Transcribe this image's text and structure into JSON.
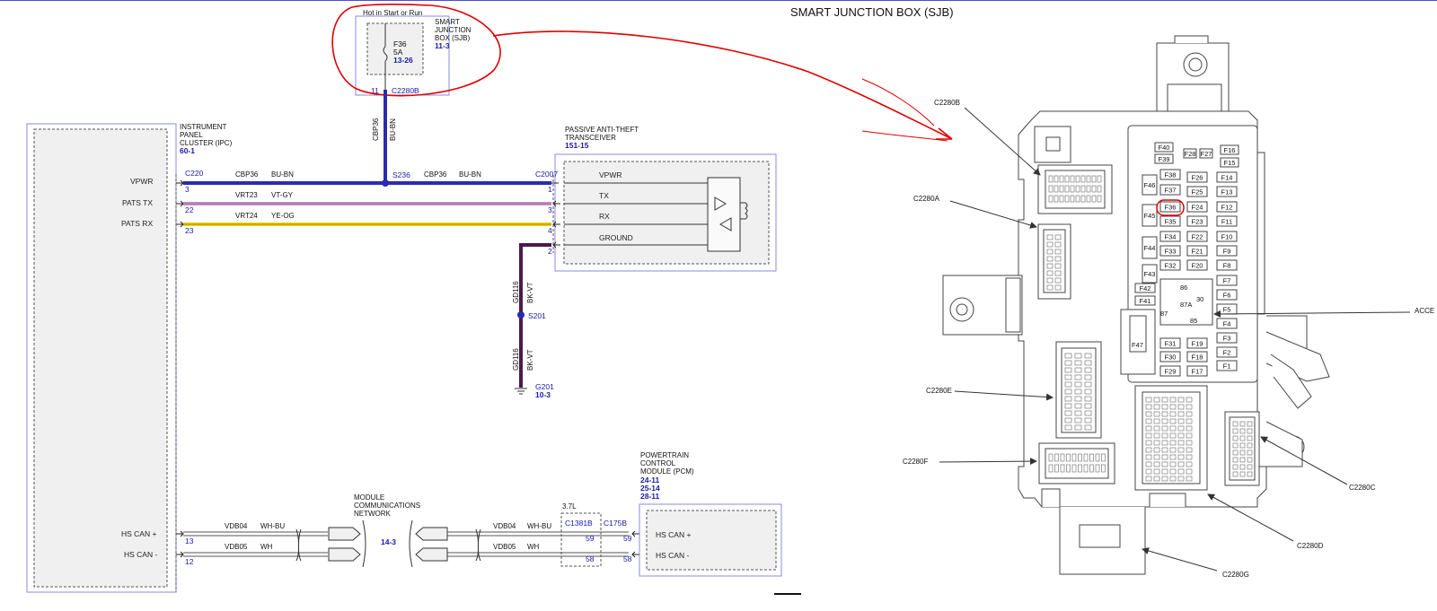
{
  "sjb_title": "SMART JUNCTION BOX (SJB)",
  "fuse_box": {
    "power_text": "Hot in Start or Run",
    "fuse_name": "F36",
    "fuse_rating": "5A",
    "fuse_ref": "13-26",
    "box_name_1": "SMART",
    "box_name_2": "JUNCTION",
    "box_name_3": "BOX (SJB)",
    "box_ref": "11-3",
    "pin": "11",
    "connector": "C2280B"
  },
  "ipc": {
    "line1": "INSTRUMENT",
    "line2": "PANEL",
    "line3": "CLUSTER (IPC)",
    "ref": "60-1",
    "connector": "C220"
  },
  "pats_module": {
    "line1": "PASSIVE ANTI-THEFT",
    "line2": "TRANSCEIVER",
    "ref": "151-15",
    "connector": "C2007"
  },
  "signals": {
    "vpwr": "VPWR",
    "pats_tx": "PATS TX",
    "pats_rx": "PATS RX",
    "tx": "TX",
    "rx": "RX",
    "ground": "GROUND",
    "hs_can_p": "HS CAN +",
    "hs_can_m": "HS CAN -"
  },
  "wires": {
    "cbp36": "CBP36",
    "bu_bn": "BU-BN",
    "vrt23": "VRT23",
    "vt_gy": "VT-GY",
    "vrt24": "VRT24",
    "ye_og": "YE-OG",
    "gd116": "GD116",
    "bk_vt": "BK-VT",
    "vdb04": "VDB04",
    "wh_bu": "WH-BU",
    "vdb05": "VDB05",
    "wh": "WH"
  },
  "pins": {
    "p3": "3",
    "p22": "22",
    "p23": "23",
    "p1": "1",
    "p3b": "3",
    "p4": "4",
    "p2": "2",
    "p13": "13",
    "p12": "12",
    "p59a": "59",
    "p58a": "58",
    "p59b": "59",
    "p58b": "58"
  },
  "splices": {
    "s236": "S236",
    "s201": "S201",
    "g201": "G201",
    "g201_ref": "10-3"
  },
  "network": {
    "line1": "MODULE",
    "line2": "COMMUNICATIONS",
    "line3": "NETWORK",
    "ref": "14-3",
    "engine": "3.7L",
    "conn1": "C1381B",
    "conn2": "C175B"
  },
  "pcm": {
    "line1": "POWERTRAIN",
    "line2": "CONTROL",
    "line3": "MODULE (PCM)",
    "ref1": "24-11",
    "ref2": "25-14",
    "ref3": "28-11"
  },
  "callouts": {
    "c2280b": "C2280B",
    "c2280a": "C2280A",
    "c2280e": "C2280E",
    "c2280f": "C2280F",
    "c2280c": "C2280C",
    "c2280d": "C2280D",
    "c2280g": "C2280G",
    "acce": "ACCE"
  },
  "sjb_fuses": {
    "f40": "F40",
    "f39": "F39",
    "f28": "F28",
    "f27": "F27",
    "f16": "F16",
    "f15": "F15",
    "f38": "F38",
    "f26": "F26",
    "f14": "F14",
    "f46": "F46",
    "f37": "F37",
    "f25": "F25",
    "f13": "F13",
    "f36": "F36",
    "f24": "F24",
    "f12": "F12",
    "f45": "F45",
    "f35": "F35",
    "f23": "F23",
    "f11": "F11",
    "f34": "F34",
    "f22": "F22",
    "f10": "F10",
    "f44": "F44",
    "f33": "F33",
    "f21": "F21",
    "f9": "F9",
    "f32": "F32",
    "f20": "F20",
    "f8": "F8",
    "f43": "F43",
    "f42": "F42",
    "f7": "F7",
    "f41": "F41",
    "f6": "F6",
    "f5": "F5",
    "f4": "F4",
    "f47": "F47",
    "f31": "F31",
    "f19": "F19",
    "f3": "F3",
    "f30": "F30",
    "f18": "F18",
    "f2": "F2",
    "f29": "F29",
    "f17": "F17",
    "f1": "F1",
    "r86": "86",
    "r30": "30",
    "r87a": "87A",
    "r87": "87",
    "r85": "85"
  },
  "colors": {
    "wire_vpwr": "#2b2bb0",
    "wire_tx": "#cc88cc",
    "wire_rx": "#e8d800",
    "wire_gnd": "#4a1a4a",
    "annotation": "#e00000",
    "module_border": "#8a8ae0"
  }
}
